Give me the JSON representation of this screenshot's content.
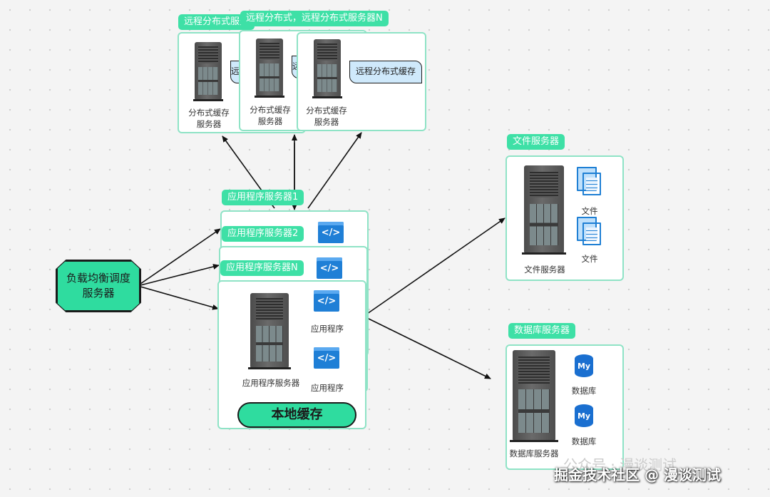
{
  "load_balancer": {
    "label_line1": "负载均衡调度",
    "label_line2": "服务器"
  },
  "remote_cache": {
    "tag_back": "远程分布式服务",
    "tag_front": "远程分布式，远程分布式服务器N",
    "servers": [
      {
        "flag": "远程分布式缓存",
        "caption_line1": "分布式缓存",
        "caption_line2": "服务器"
      },
      {
        "flag": "远程分布式缓存",
        "caption_line1": "分布式缓存",
        "caption_line2": "服务器"
      },
      {
        "flag": "远程分布式缓存",
        "caption_line1": "分布式缓存",
        "caption_line2": "服务器"
      }
    ]
  },
  "app_servers": {
    "tags": [
      "应用程序服务器1",
      "应用程序服务器2",
      "应用程序服务器N"
    ],
    "server_caption": "应用程序服务器",
    "apps": [
      "应用程序",
      "应用程序"
    ],
    "local_cache": "本地缓存",
    "code_icon": "</>"
  },
  "file_server": {
    "tag": "文件服务器",
    "server_caption": "文件服务器",
    "files": [
      "文件",
      "文件"
    ]
  },
  "db_server": {
    "tag": "数据库服务器",
    "server_caption": "数据库服务器",
    "databases": [
      "数据库",
      "数据库"
    ],
    "db_icon_text": "My"
  },
  "watermark": {
    "primary": "掘金技术社区 @ 漫谈测试",
    "secondary": "公众号 · 漫谈测试"
  }
}
